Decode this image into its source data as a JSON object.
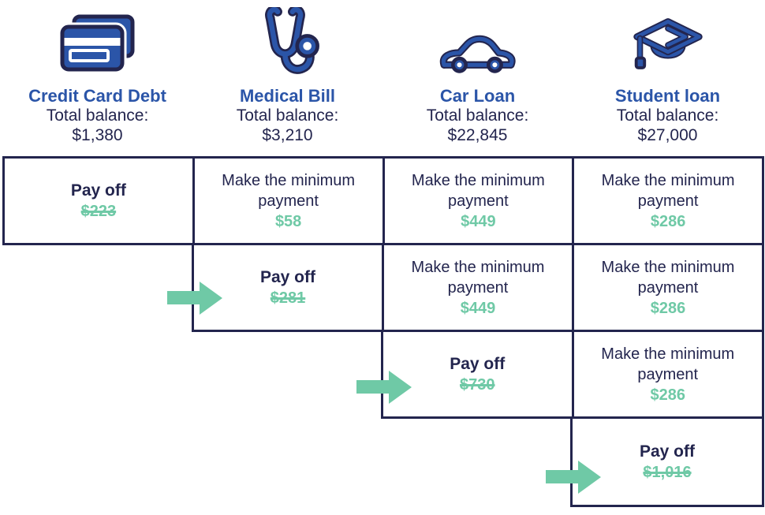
{
  "palette": {
    "icon_blue": "#2b55a8",
    "navy": "#23254e",
    "green": "#6fc9a6",
    "background": "#ffffff"
  },
  "columns": [
    {
      "icon": "credit-card-icon",
      "title": "Credit Card Debt",
      "balance_label": "Total balance:",
      "balance": "$1,380"
    },
    {
      "icon": "stethoscope-icon",
      "title": "Medical Bill",
      "balance_label": "Total balance:",
      "balance": "$3,210"
    },
    {
      "icon": "car-icon",
      "title": "Car Loan",
      "balance_label": "Total balance:",
      "balance": "$22,845"
    },
    {
      "icon": "graduation-cap-icon",
      "title": "Student loan",
      "balance_label": "Total balance:",
      "balance": "$27,000"
    }
  ],
  "rows": [
    {
      "cells": [
        {
          "kind": "payoff",
          "label": "Pay off",
          "amount": "$223",
          "strikethrough": true
        },
        {
          "kind": "minimum",
          "label": "Make the minimum payment",
          "amount": "$58"
        },
        {
          "kind": "minimum",
          "label": "Make the minimum payment",
          "amount": "$449"
        },
        {
          "kind": "minimum",
          "label": "Make the minimum payment",
          "amount": "$286"
        }
      ]
    },
    {
      "cells": [
        {
          "kind": "payoff",
          "label": "Pay off",
          "amount": "$281",
          "strikethrough": true
        },
        {
          "kind": "minimum",
          "label": "Make the minimum payment",
          "amount": "$449"
        },
        {
          "kind": "minimum",
          "label": "Make the minimum payment",
          "amount": "$286"
        }
      ]
    },
    {
      "cells": [
        {
          "kind": "payoff",
          "label": "Pay off",
          "amount": "$730",
          "strikethrough": true
        },
        {
          "kind": "minimum",
          "label": "Make the minimum payment",
          "amount": "$286"
        }
      ]
    },
    {
      "cells": [
        {
          "kind": "payoff",
          "label": "Pay off",
          "amount": "$1,016",
          "strikethrough": true
        }
      ]
    }
  ]
}
